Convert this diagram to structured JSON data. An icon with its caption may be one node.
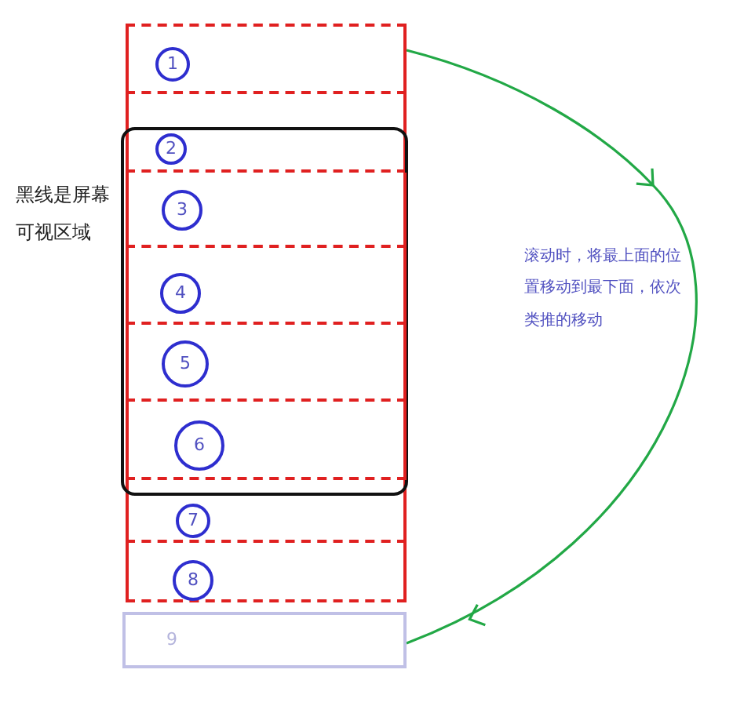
{
  "diagram": {
    "nodes": [
      {
        "text": [
          "1"
        ]
      },
      {
        "text": [],
        "shape": "box"
      },
      {
        "text": [
          "2"
        ]
      },
      {
        "text": [
          "3"
        ],
        "in": 1
      },
      {
        "text": [
          "4"
        ],
        "in": 1
      },
      {
        "text": [
          "5"
        ],
        "in": 1
      },
      {
        "text": [
          "6"
        ],
        "in": 1
      },
      {
        "text": [
          "7"
        ]
      },
      {
        "text": [
          "8"
        ]
      },
      {
        "text": [
          "9"
        ]
      }
    ],
    "edges": [
      {
        "from": 0,
        "to": 9,
        "arrow": "to",
        "color": "#22a846"
      }
    ],
    "labels": [
      "黑线是屏幕可视区域",
      "滚动时，将最上面的位置移动到最下面，依次类推的移动"
    ]
  }
}
